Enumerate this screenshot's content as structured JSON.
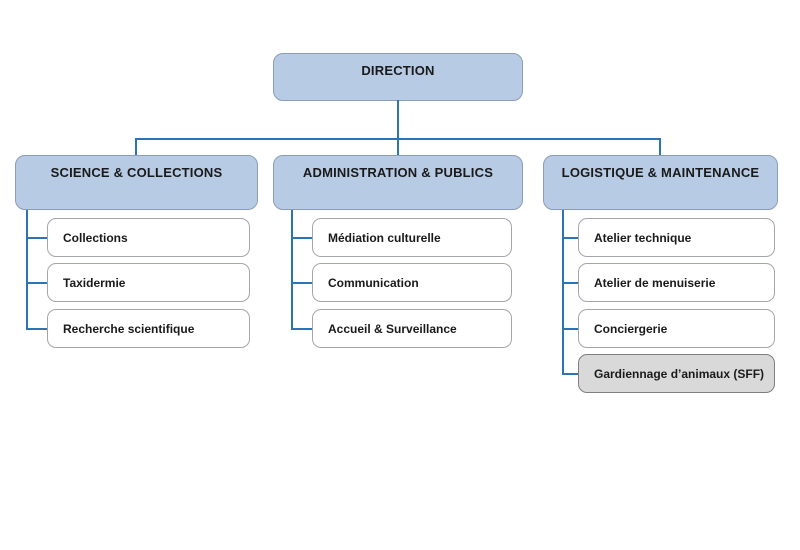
{
  "chart": {
    "root": {
      "label": "DIRECTION"
    },
    "columns": [
      {
        "header": "SCIENCE & COLLECTIONS",
        "items": [
          {
            "label": "Collections"
          },
          {
            "label": "Taxidermie"
          },
          {
            "label": "Recherche scientifique"
          }
        ]
      },
      {
        "header": "ADMINISTRATION & PUBLICS",
        "items": [
          {
            "label": "Médiation culturelle"
          },
          {
            "label": "Communication"
          },
          {
            "label": "Accueil & Surveillance"
          }
        ]
      },
      {
        "header": "LOGISTIQUE & MAINTENANCE",
        "items": [
          {
            "label": "Atelier technique"
          },
          {
            "label": "Atelier de menuiserie"
          },
          {
            "label": "Conciergerie"
          },
          {
            "label": "Gardiennage d’animaux (SFF)",
            "variant": "gray"
          }
        ]
      }
    ],
    "colors": {
      "node_fill": "#b8cbe4",
      "node_border": "#8a9cba",
      "connector": "#2e74b5",
      "leaf_fill": "#ffffff",
      "leaf_border": "#a3a7ad",
      "leaf_gray_fill": "#d9d9d9",
      "leaf_gray_border": "#7f7f7f",
      "text": "#1a1a1a"
    }
  }
}
